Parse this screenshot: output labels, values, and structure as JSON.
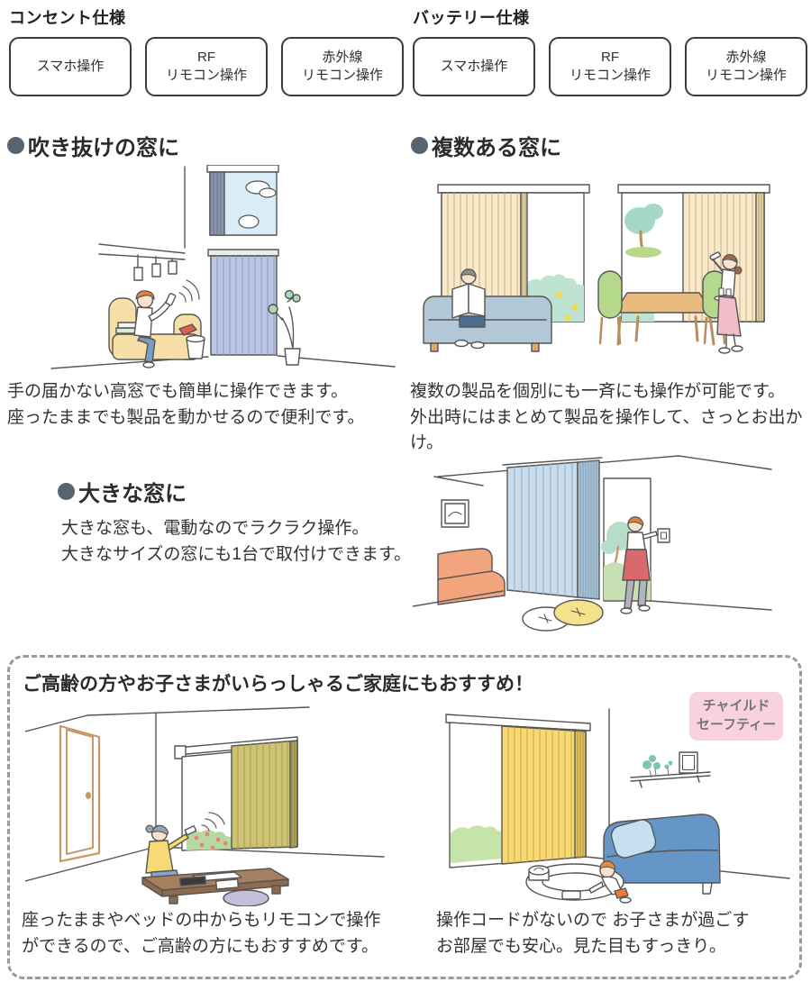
{
  "header": {
    "groups": [
      {
        "title": "コンセント仕様",
        "buttons": [
          {
            "line1": "スマホ操作",
            "line2": ""
          },
          {
            "line1": "RF",
            "line2": "リモコン操作"
          },
          {
            "line1": "赤外線",
            "line2": "リモコン操作"
          }
        ]
      },
      {
        "title": "バッテリー仕様",
        "buttons": [
          {
            "line1": "スマホ操作",
            "line2": ""
          },
          {
            "line1": "RF",
            "line2": "リモコン操作"
          },
          {
            "line1": "赤外線",
            "line2": "リモコン操作"
          }
        ]
      }
    ]
  },
  "sections": [
    {
      "heading": "吹き抜けの窓に",
      "caption": [
        "手の届かない高窓でも簡単に操作できます。",
        "座ったままでも製品を動かせるので便利です。"
      ]
    },
    {
      "heading": "複数ある窓に",
      "caption": [
        "複数の製品を個別にも一斉にも操作が可能です。",
        "外出時にはまとめて製品を操作して、さっとお出かけ。"
      ]
    },
    {
      "heading": "大きな窓に",
      "caption": [
        "大きな窓も、電動なのでラクラク操作。",
        "大きなサイズの窓にも1台で取付けできます。"
      ]
    }
  ],
  "recommend": {
    "heading": "ご高齢の方やお子さまがいらっしゃるご家庭にもおすすめ！",
    "badge": [
      "チャイルド",
      "セーフティー"
    ],
    "items": [
      {
        "caption": [
          "座ったままやベッドの中からもリモコンで操作",
          "ができるので、ご高齢の方にもおすすめです。"
        ]
      },
      {
        "caption": [
          "操作コードがないので お子さまが過ごす",
          "お部屋でも安心。見た目もすっきり。"
        ]
      }
    ]
  },
  "colors": {
    "text": "#2e2e2e",
    "bullet": "#57636e",
    "button_border": "#3c3c3c",
    "badge_bg": "#f8d2de",
    "badge_text": "#757575",
    "dashed_border": "#9a9a9a",
    "blind_periwinkle": "#b9c5e3",
    "blind_cream": "#f9e9c8",
    "blind_lightblue": "#c9dceb",
    "blind_olive": "#cdc373",
    "blind_yellow": "#f8d973"
  }
}
